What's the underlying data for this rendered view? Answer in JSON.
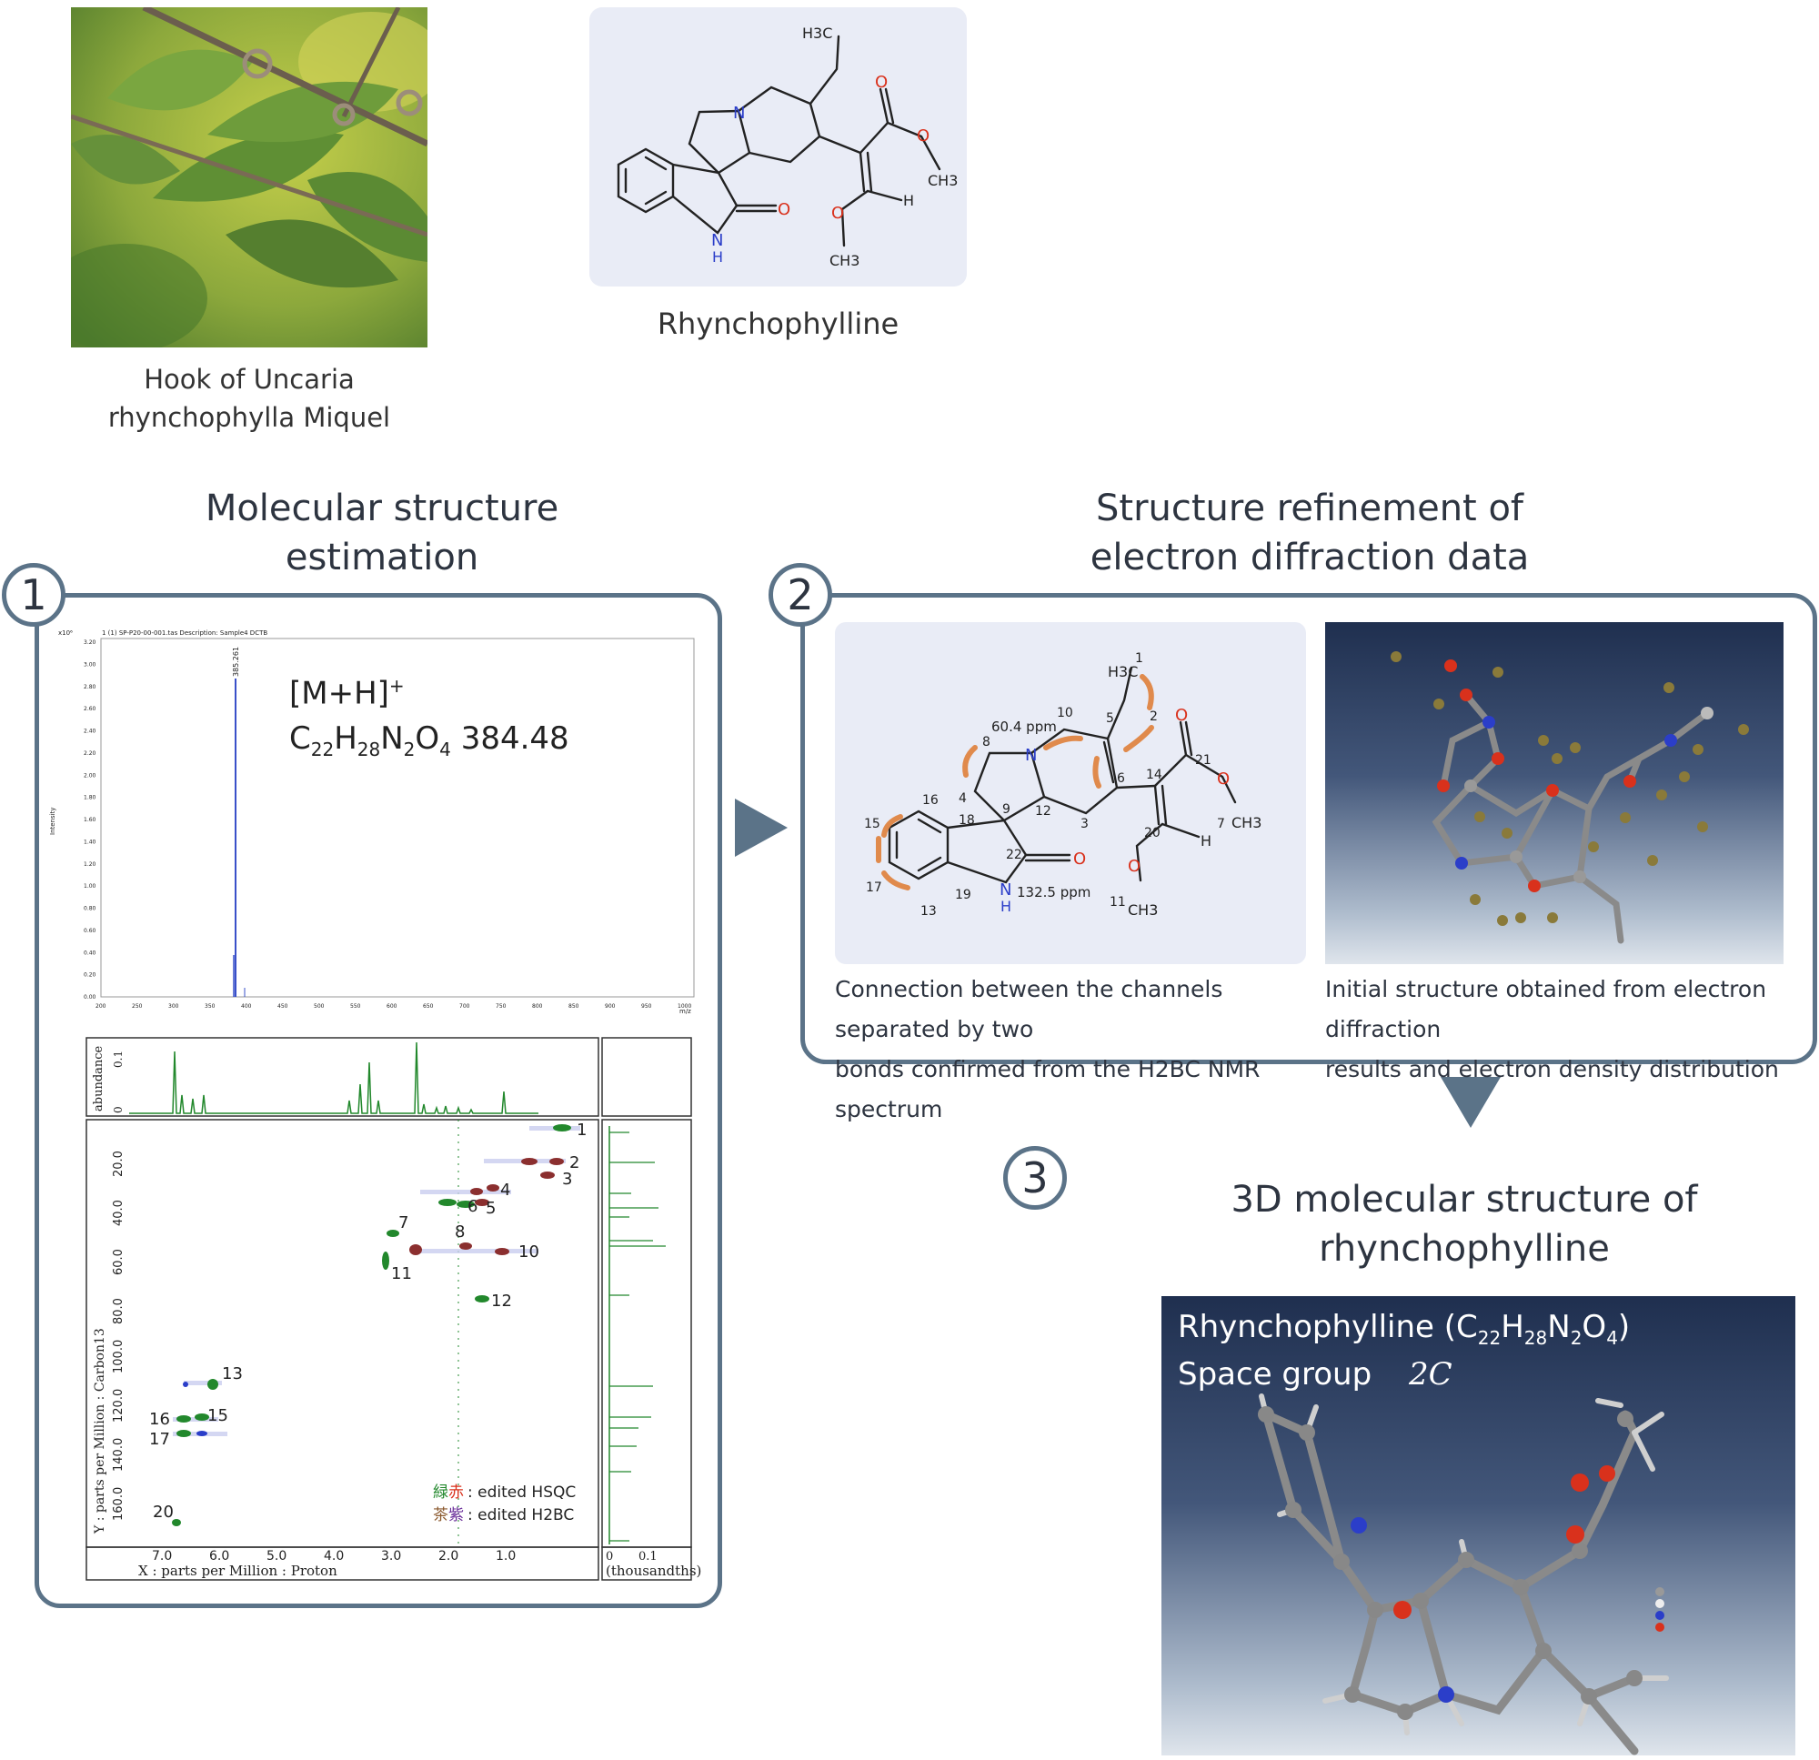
{
  "photo": {
    "caption_line1": "Hook of Uncaria",
    "caption_line2": "rhynchophylla Miquel"
  },
  "top_molecule": {
    "name": "Rhynchophylline",
    "labels": {
      "h3c": "H3C",
      "n": "N",
      "o_ketone": "O",
      "nh_n": "N",
      "nh_h": "H",
      "o_ester": "O",
      "o_ether": "O",
      "ch3_ester": "CH3",
      "ch3_ether": "CH3",
      "h_vinyl": "H",
      "o_carbonyl": "O"
    }
  },
  "step1": {
    "number": "1",
    "title_line1": "Molecular structure",
    "title_line2": "estimation",
    "ms": {
      "header": "1 (1) SP-P20-00-001.tas   Description: Sample4 DCTB",
      "yaxis_unit": "x10⁶",
      "ylabel": "Intensity",
      "xlabel": "m/z",
      "peak_label": "385.261",
      "ion_label": "[M+H]+",
      "formula_label": "C22H28N2O4 384.48",
      "y_ticks": [
        "3.20",
        "3.00",
        "2.80",
        "2.60",
        "2.40",
        "2.20",
        "2.00",
        "1.80",
        "1.60",
        "1.40",
        "1.20",
        "1.00",
        "0.80",
        "0.60",
        "0.40",
        "0.20",
        "0.00"
      ],
      "x_ticks": [
        "200",
        "250",
        "300",
        "350",
        "400",
        "450",
        "500",
        "550",
        "600",
        "650",
        "700",
        "750",
        "800",
        "850",
        "900",
        "950",
        "1000"
      ]
    },
    "nmr": {
      "top_ylabel": "abundance",
      "top_ticks": [
        "0.1",
        "0"
      ],
      "ylabel": "Y : parts per Million : Carbon13",
      "xlabel": "X : parts per Million : Proton",
      "side_xlabel": "(thousandths)",
      "side_ticks": [
        "0",
        "0.1"
      ],
      "x_ticks": [
        "7.0",
        "6.0",
        "5.0",
        "4.0",
        "3.0",
        "2.0",
        "1.0"
      ],
      "y_ticks": [
        "20.0",
        "40.0",
        "60.0",
        "80.0",
        "100.0",
        "120.0",
        "140.0",
        "160.0"
      ],
      "peak_labels": [
        "1",
        "2",
        "3",
        "4",
        "5",
        "6",
        "7",
        "8",
        "10",
        "11",
        "12",
        "13",
        "15",
        "16",
        "17",
        "20"
      ],
      "legend_hsqc_cjk_green": "緑",
      "legend_hsqc_cjk_red": "赤",
      "legend_hsqc": ": edited HSQC",
      "legend_h2bc_cjk_brown": "茶",
      "legend_h2bc_cjk_purple": "紫",
      "legend_h2bc": ": edited H2BC"
    }
  },
  "step2": {
    "number": "2",
    "title_line1": "Structure refinement of",
    "title_line2": "electron diffraction data",
    "left_caption_line1": "Connection between the channels separated by two",
    "left_caption_line2": "bonds confirmed from the H2BC NMR spectrum",
    "right_caption_line1": "Initial structure obtained from electron diffraction",
    "right_caption_line2": "results and electron density distribution",
    "molecule": {
      "ppm_top": "60.4 ppm",
      "ppm_bottom": "132.5 ppm",
      "atom_numbers": [
        "1",
        "2",
        "3",
        "4",
        "5",
        "6",
        "7",
        "8",
        "9",
        "10",
        "11",
        "12",
        "13",
        "14",
        "15",
        "16",
        "17",
        "18",
        "19",
        "20",
        "21",
        "22"
      ],
      "h3c": "H3C",
      "n": "N",
      "o21": "O",
      "o_ester": "O",
      "ch3_7": "CH3",
      "o22": "O",
      "nh_n": "N",
      "nh_h": "H",
      "o_ether": "O",
      "ch3_11": "CH3",
      "h_vinyl": "H"
    }
  },
  "step3": {
    "number": "3",
    "title_line1": "3D molecular structure of",
    "title_line2": "rhynchophylline",
    "panel_title": "Rhynchophylline (C22H28N2O4)",
    "space_group_label": "Space group",
    "space_group_value": "2C"
  },
  "colors": {
    "frame": "#5b7388",
    "arrow": "#5b7388",
    "panel_bg": "#e9ecf6",
    "oxygen": "#d9311c",
    "nitrogen": "#2b3ec9",
    "bond_line": "#222222",
    "bracket": "#e08a4c",
    "nmr_green": "#22882c",
    "nmr_red": "#8b2f2f",
    "ms_blue": "#3950c9"
  }
}
